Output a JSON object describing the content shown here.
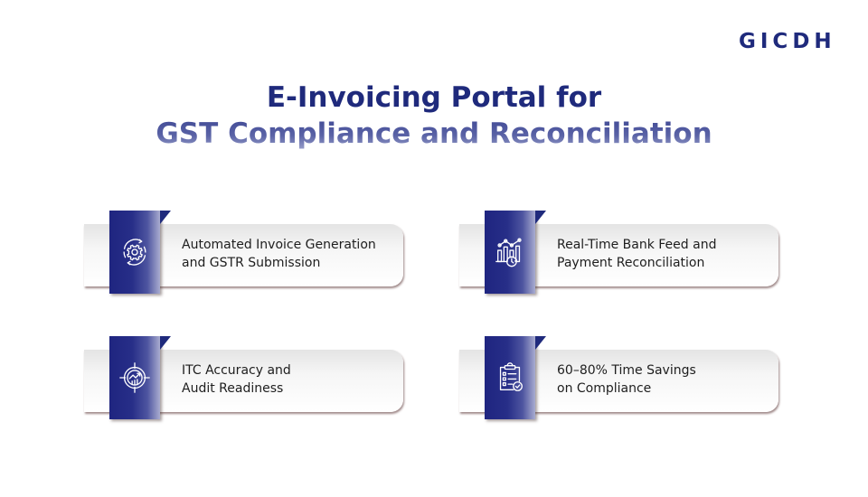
{
  "brand": {
    "logo_text": "GICDH",
    "primary_color": "#1f2a7c"
  },
  "header": {
    "title_line1": "E-Invoicing Portal for",
    "title_line2": "GST Compliance and Reconciliation"
  },
  "features": [
    {
      "icon": "gear-cycle-icon",
      "line1": "Automated Invoice Generation",
      "line2": "and GSTR Submission"
    },
    {
      "icon": "chart-clock-icon",
      "line1": "Real-Time Bank Feed and",
      "line2": "Payment Reconciliation"
    },
    {
      "icon": "target-growth-icon",
      "line1": "ITC Accuracy and",
      "line2": "Audit Readiness"
    },
    {
      "icon": "clipboard-check-icon",
      "line1": "60–80% Time Savings",
      "line2": "on Compliance"
    }
  ]
}
